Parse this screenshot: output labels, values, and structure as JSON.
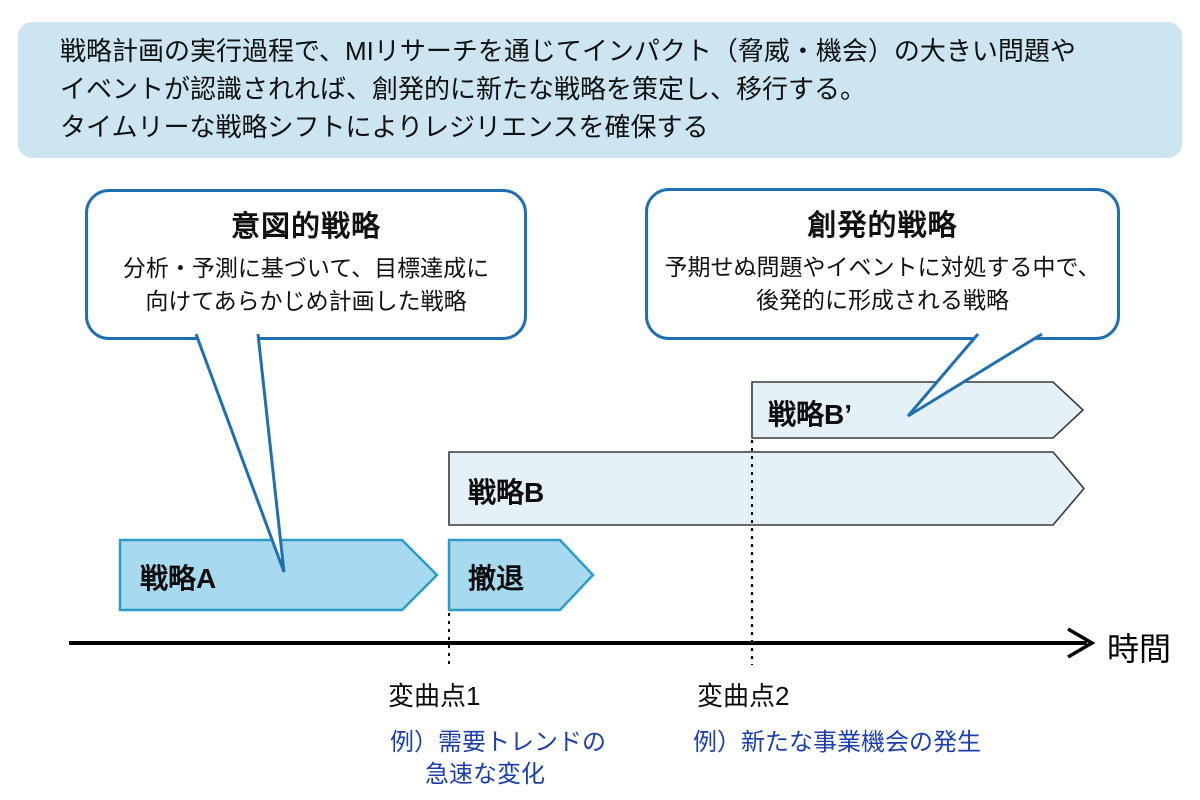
{
  "banner": {
    "lines": [
      "戦略計画の実行過程で、MIリサーチを通じてインパクト（脅威・機会）の大きい問題や",
      "イベントが認識されれば、創発的に新たな戦略を策定し、移行する。",
      "タイムリーな戦略シフトによりレジリエンスを確保する"
    ]
  },
  "callouts": {
    "intended": {
      "title": "意図的戦略",
      "body_lines": [
        "分析・予測に基づいて、目標達成に",
        "向けてあらかじめ計画した戦略"
      ]
    },
    "emergent": {
      "title": "創発的戦略",
      "body_lines": [
        "予期せぬ問題やイベントに対処する中で、",
        "後発的に形成される戦略"
      ]
    }
  },
  "arrows": {
    "strategy_a": "戦略A",
    "withdrawal": "撤退",
    "strategy_b": "戦略B",
    "strategy_b_prime": "戦略B’"
  },
  "timeline": {
    "axis_label": "時間",
    "inflections": [
      {
        "label": "変曲点1",
        "example_lines": [
          "例）需要トレンドの",
          "急速な変化"
        ]
      },
      {
        "label": "変曲点2",
        "example_lines": [
          "例）新たな事業機会の発生"
        ]
      }
    ]
  },
  "colors": {
    "banner_bg": "#cde5f1",
    "callout_border": "#1f6fb2",
    "arrow_primary_fill": "#a7daee",
    "arrow_primary_border": "#2d9bc7",
    "arrow_secondary_fill": "#e4f1f9",
    "arrow_secondary_border": "#3a3a3a",
    "example_text_color": "#1c3fae",
    "axis_color": "#000000"
  }
}
